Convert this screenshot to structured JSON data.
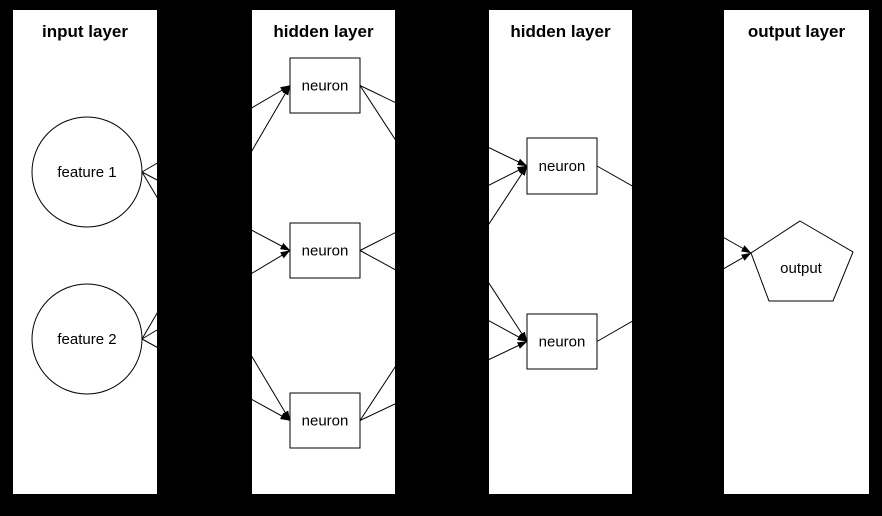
{
  "diagram": {
    "type": "neural-network-diagram",
    "colors": {
      "background": "#000000",
      "panel_fill": "#ffffff",
      "stroke": "#000000",
      "text": "#000000"
    },
    "layers": [
      {
        "title": "input layer"
      },
      {
        "title": "hidden layer"
      },
      {
        "title": "hidden layer"
      },
      {
        "title": "output layer"
      }
    ],
    "nodes": {
      "feature1": {
        "label": "feature 1",
        "shape": "circle",
        "layer": 0
      },
      "feature2": {
        "label": "feature 2",
        "shape": "circle",
        "layer": 0
      },
      "h1n1": {
        "label": "neuron",
        "shape": "rectangle",
        "layer": 1
      },
      "h1n2": {
        "label": "neuron",
        "shape": "rectangle",
        "layer": 1
      },
      "h1n3": {
        "label": "neuron",
        "shape": "rectangle",
        "layer": 1
      },
      "h2n1": {
        "label": "neuron",
        "shape": "rectangle",
        "layer": 2
      },
      "h2n2": {
        "label": "neuron",
        "shape": "rectangle",
        "layer": 2
      },
      "output": {
        "label": "output",
        "shape": "pentagon",
        "layer": 3
      }
    },
    "edges": [
      {
        "from": "feature1",
        "to": "h1n1"
      },
      {
        "from": "feature1",
        "to": "h1n2"
      },
      {
        "from": "feature1",
        "to": "h1n3"
      },
      {
        "from": "feature2",
        "to": "h1n1"
      },
      {
        "from": "feature2",
        "to": "h1n2"
      },
      {
        "from": "feature2",
        "to": "h1n3"
      },
      {
        "from": "h1n1",
        "to": "h2n1"
      },
      {
        "from": "h1n1",
        "to": "h2n2"
      },
      {
        "from": "h1n2",
        "to": "h2n1"
      },
      {
        "from": "h1n2",
        "to": "h2n2"
      },
      {
        "from": "h1n3",
        "to": "h2n1"
      },
      {
        "from": "h1n3",
        "to": "h2n2"
      },
      {
        "from": "h2n1",
        "to": "output"
      },
      {
        "from": "h2n2",
        "to": "output"
      }
    ]
  }
}
